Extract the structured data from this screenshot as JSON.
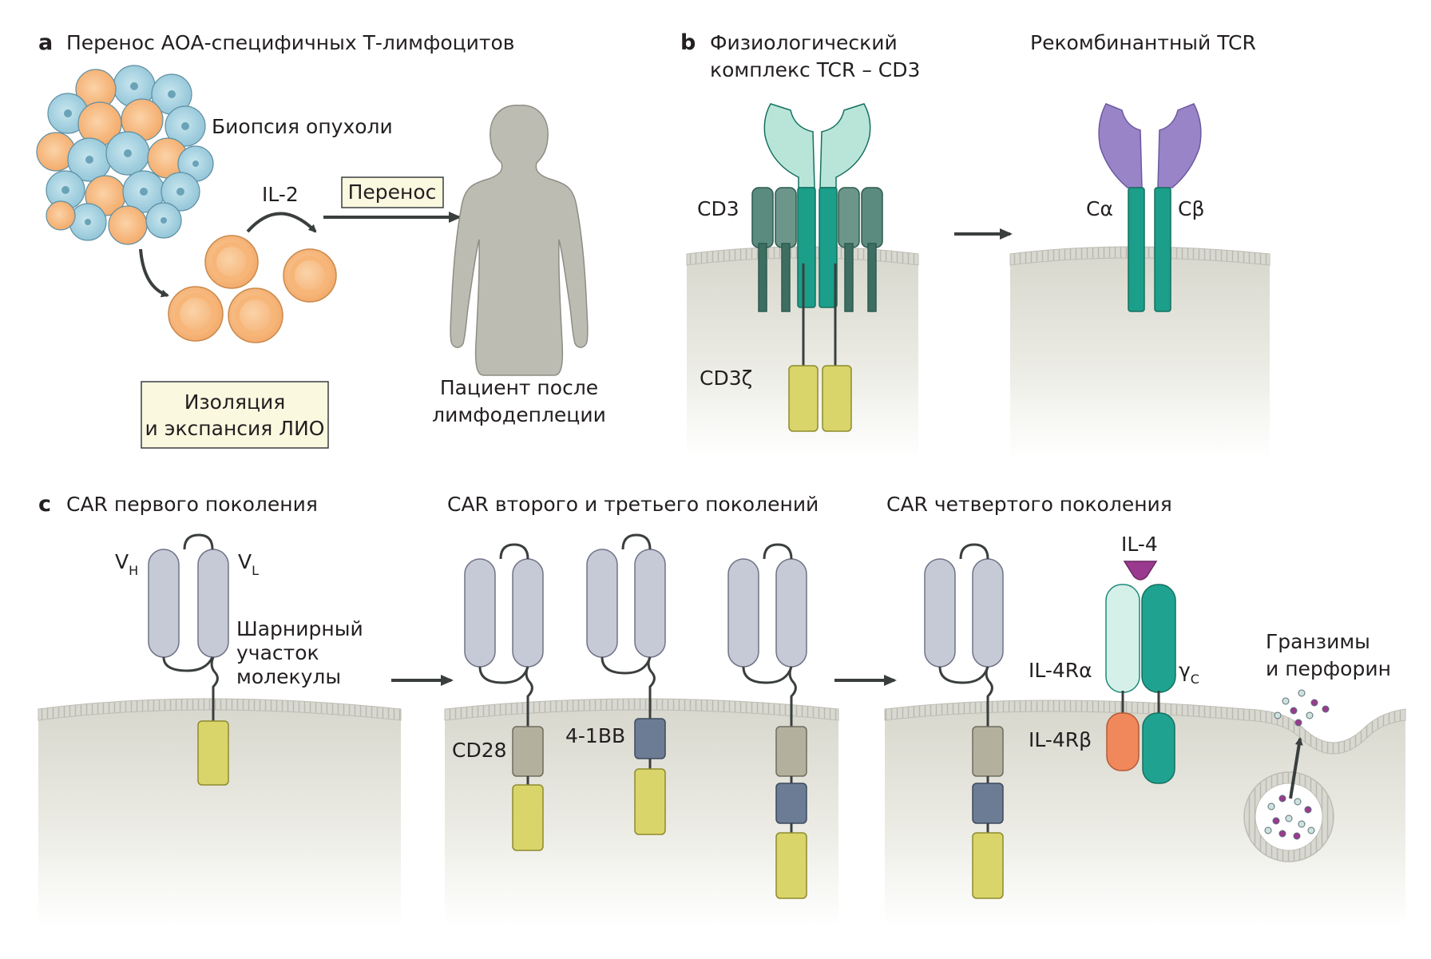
{
  "panel_a": {
    "letter": "a",
    "title": "Перенос АОА-специфичных Т-лимфоцитов",
    "biopsy_label": "Биопсия опухоли",
    "il2_label": "IL-2",
    "transfer_label": "Перенос",
    "isolation_line1": "Изоляция",
    "isolation_line2": "и экспансия ЛИО",
    "patient_line1": "Пациент после",
    "patient_line2": "лимфодеплеции"
  },
  "panel_b": {
    "letter": "b",
    "physio_title_line1": "Физиологический",
    "physio_title_line2": "комплекс TCR – CD3",
    "recomb_title": "Рекомбинантный TCR",
    "cd3_label": "CD3",
    "cd3z_label": "CD3ζ",
    "calpha_label": "Cα",
    "cbeta_label": "Cβ"
  },
  "panel_c": {
    "letter": "c",
    "first_gen_title": "CAR первого поколения",
    "second_third_title": "CAR второго и третьего поколений",
    "fourth_title": "CAR четвертого поколения",
    "vh_main": "V",
    "vh_sub": "H",
    "vl_main": "V",
    "vl_sub": "L",
    "hinge_line1": "Шарнирный",
    "hinge_line2": "участок",
    "hinge_line3": "молекулы",
    "cd28_label": "CD28",
    "bb41_label": "4-1BB",
    "il4_label": "IL-4",
    "il4ra_label": "IL-4Rα",
    "il4rb_label": "IL-4Rβ",
    "gammac_main": "γ",
    "gammac_sub": "C",
    "granzyme_line1": "Гранзимы",
    "granzyme_line2": "и перфорин"
  },
  "colors": {
    "cell_blue": "#a8d4e2",
    "cell_orange": "#f8c08c",
    "tcr_teal": "#1b9e8a",
    "cd3_gray": "#4a7a6e",
    "cd3z_yellow": "#d9d56a",
    "recomb_purple": "#9a84c8",
    "cd28_gray": "#b4b09e",
    "bb41_blue": "#6c7c94",
    "il4ra_orange": "#f0885c",
    "il4_purple": "#9a3a8e"
  }
}
